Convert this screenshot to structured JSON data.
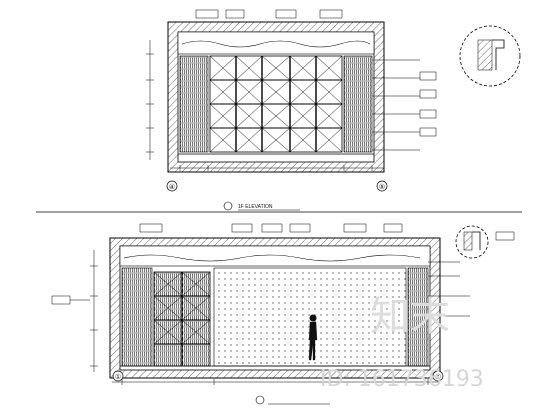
{
  "drawing": {
    "upper_elevation": {
      "title": "1F ELEVATION",
      "axis_left": "④",
      "axis_right": "⑤"
    },
    "lower_elevation": {
      "axis_left": "①",
      "axis_right": "④"
    }
  },
  "watermark": {
    "id_text": "ID: 161736193",
    "cn_text": "知末"
  }
}
